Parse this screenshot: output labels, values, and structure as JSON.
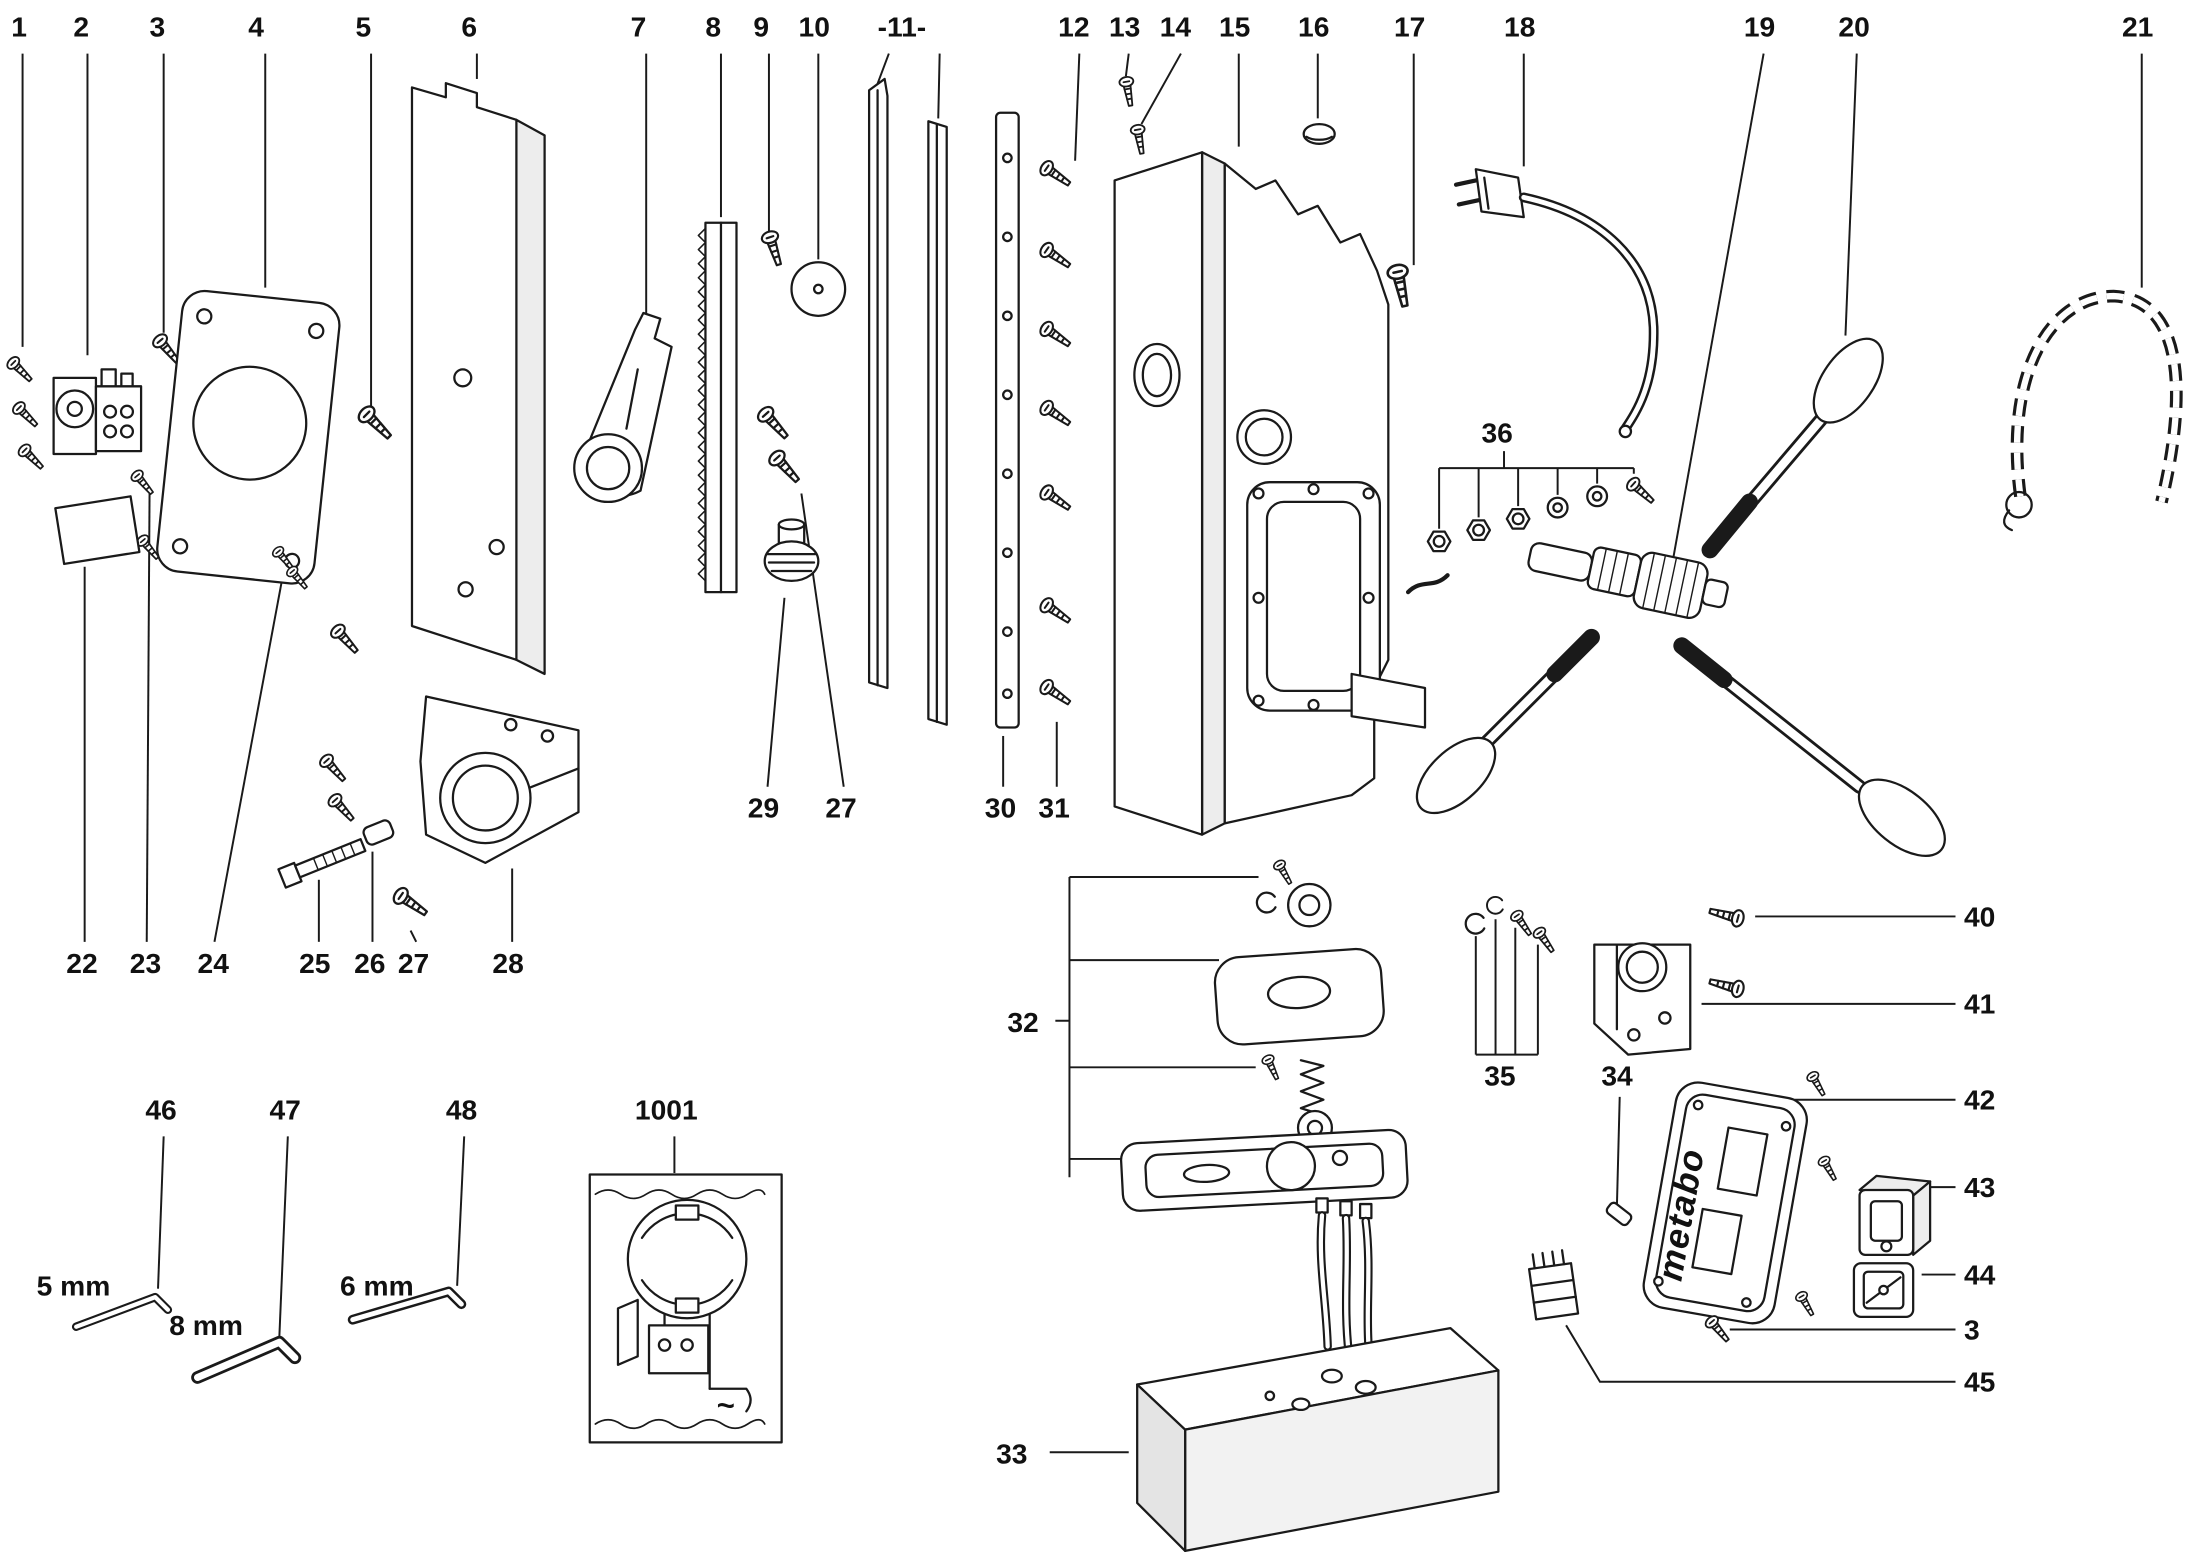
{
  "figure": {
    "brand": "metabo",
    "tilde": "~"
  },
  "callouts": [
    {
      "text": "1"
    },
    {
      "text": "2"
    },
    {
      "text": "3"
    },
    {
      "text": "4"
    },
    {
      "text": "5"
    },
    {
      "text": "6"
    },
    {
      "text": "7"
    },
    {
      "text": "8"
    },
    {
      "text": "9"
    },
    {
      "text": "10"
    },
    {
      "text": "-11-"
    },
    {
      "text": "12"
    },
    {
      "text": "13"
    },
    {
      "text": "14"
    },
    {
      "text": "15"
    },
    {
      "text": "16"
    },
    {
      "text": "17"
    },
    {
      "text": "18"
    },
    {
      "text": "19"
    },
    {
      "text": "20"
    },
    {
      "text": "21"
    },
    {
      "text": "22"
    },
    {
      "text": "23"
    },
    {
      "text": "24"
    },
    {
      "text": "25"
    },
    {
      "text": "26"
    },
    {
      "text": "27"
    },
    {
      "text": "28"
    },
    {
      "text": "29"
    },
    {
      "text": "27"
    },
    {
      "text": "30"
    },
    {
      "text": "31"
    },
    {
      "text": "32"
    },
    {
      "text": "33"
    },
    {
      "text": "34"
    },
    {
      "text": "35"
    },
    {
      "text": "36"
    },
    {
      "text": "40"
    },
    {
      "text": "41"
    },
    {
      "text": "42"
    },
    {
      "text": "43"
    },
    {
      "text": "44"
    },
    {
      "text": "3"
    },
    {
      "text": "45"
    },
    {
      "text": "46"
    },
    {
      "text": "47"
    },
    {
      "text": "48"
    },
    {
      "text": "1001"
    },
    {
      "text": "5 mm"
    },
    {
      "text": "8 mm"
    },
    {
      "text": "6 mm"
    }
  ]
}
